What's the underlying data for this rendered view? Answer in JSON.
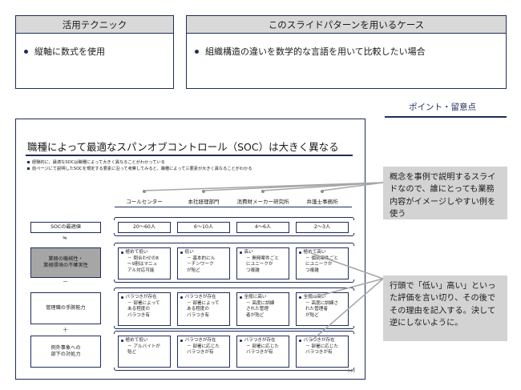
{
  "technique": {
    "header": "活用テクニック",
    "item": "縦軸に数式を使用"
  },
  "case": {
    "header": "このスライドパターンを用いるケース",
    "item": "組織構造の違いを数学的な言語を用いて比較したい場合"
  },
  "points": {
    "label": "ポイント・留意点"
  },
  "slide": {
    "title": "職種によって最適なスパンオブコントロール（SOC）は大きく異なる",
    "notes": [
      "経験的に、最適なSOCは職種によって大きく異なることがわかっている",
      "前ページにて説明したSOCを規定する要素に沿って考察してみると、職種によって三要素が大きく異なることがわかる"
    ],
    "columns": [
      "コールセンター",
      "本社経理部門",
      "消費財メーカー研究所",
      "弁護士事務所"
    ],
    "rows": [
      {
        "label": "SOCの最適値",
        "highlight": false,
        "connector": "≒"
      },
      {
        "label": "業務の機械性・\n業務環境の不確実性",
        "highlight": true,
        "connector": "－"
      },
      {
        "label": "管理職の手腕能力",
        "highlight": false,
        "connector": "＋"
      },
      {
        "label": "例外事象への\n部下の対処力",
        "highlight": false,
        "connector": ""
      }
    ],
    "soc_values": [
      "20～60人",
      "6～10人",
      "4～6人",
      "2～3人"
    ],
    "cells_row2": [
      {
        "head": "極めて低い",
        "sub": "－ 問合わせの8\n～9割はマニュ\nアル対応可能"
      },
      {
        "head": "低い",
        "sub": "－ 基本的にル\n－チンワーク\nが殆ど"
      },
      {
        "head": "高い",
        "sub": "－ 開発案件ごと\nにユニークか\nつ複雑"
      },
      {
        "head": "極めて高い",
        "sub": "－ 個別案件ごと\nにユニークか\nつ複雑"
      }
    ],
    "cells_row3": [
      {
        "head": "バラつきが存在",
        "sub": "－ 部署によって\nある程度の\nバラつき有"
      },
      {
        "head": "バラつきが存在",
        "sub": "－ 部署によって\nある程度の\nバラつき有"
      },
      {
        "head": "全般に高い",
        "sub": "－ 高度に訓練\nされた管理\n者が殆ど"
      },
      {
        "head": "全般に高い",
        "sub": "－ 高度に訓練さ\nれた管理者\nが殆ど"
      }
    ],
    "cells_row4": [
      {
        "head": "極めて低い",
        "sub": "－ アルバイトが\n殆ど"
      },
      {
        "head": "バラつきが存在",
        "sub": "－ 部署に応じた\nバラつきが有"
      },
      {
        "head": "バラつきが存在",
        "sub": "－ 部署に応じた\nバラつきが有"
      },
      {
        "head": "バラつきが存在",
        "sub": "－ 部署に応じた\nバラつきが有"
      }
    ],
    "page_number": "049"
  },
  "callouts": [
    "概念を事例で説明するスライドなので、誰にとっても業務内容がイメージしやすい例を使う",
    "行頭で「低い」高い」といった評価を言い切り、その後でその理由を記入する。決して逆にしないように。"
  ]
}
